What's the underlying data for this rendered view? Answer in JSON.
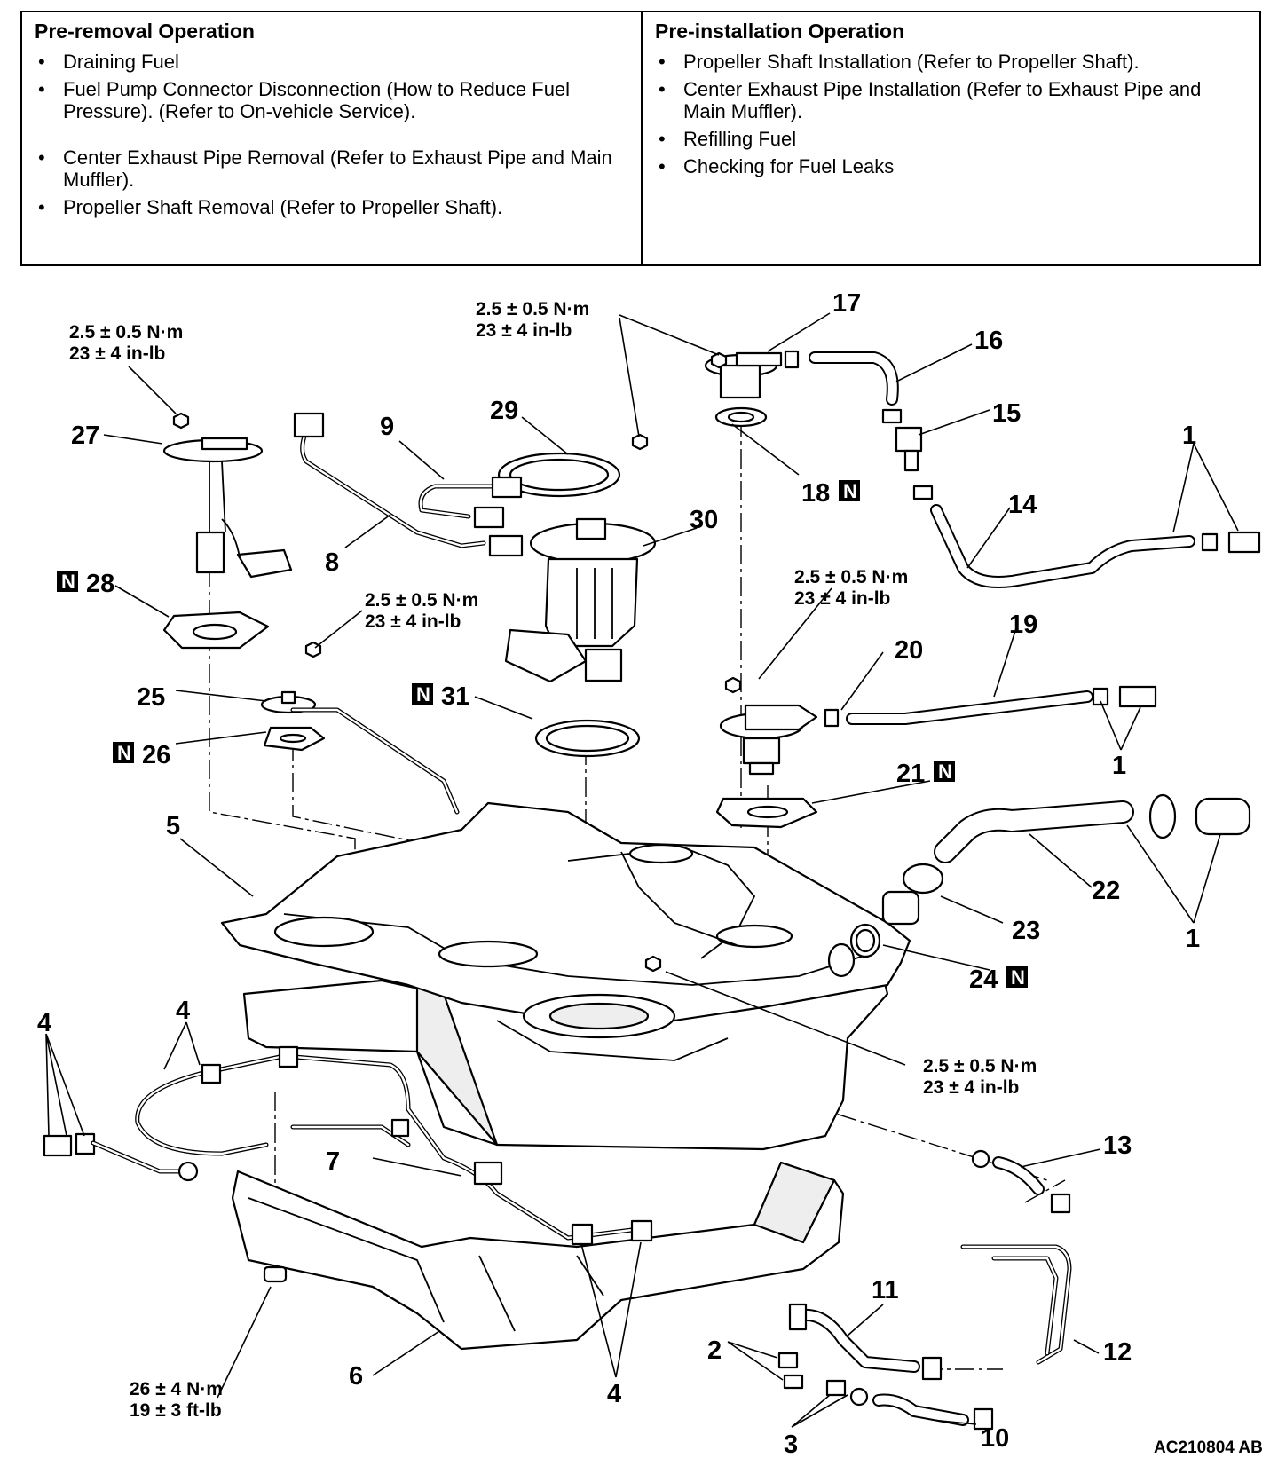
{
  "operations": {
    "pre_removal": {
      "title": "Pre-removal Operation",
      "items": [
        "Draining Fuel",
        "Fuel Pump Connector Disconnection (How to Reduce Fuel Pressure). (Refer to On-vehicle Service).",
        "Center Exhaust Pipe Removal (Refer to Exhaust Pipe and Main Muffler).",
        "Propeller Shaft Removal (Refer to Propeller Shaft)."
      ]
    },
    "pre_installation": {
      "title": "Pre-installation Operation",
      "items": [
        "Propeller Shaft Installation (Refer to Propeller Shaft).",
        "Center Exhaust Pipe Installation (Refer to Exhaust Pipe and Main Muffler).",
        "Refilling Fuel",
        "Checking for Fuel Leaks"
      ]
    }
  },
  "diagram": {
    "new_part_mark": "N",
    "reference_code": "AC210804 AB",
    "callouts": [
      "1",
      "1",
      "1",
      "2",
      "3",
      "4",
      "4",
      "4",
      "5",
      "6",
      "7",
      "8",
      "9",
      "10",
      "11",
      "12",
      "13",
      "14",
      "15",
      "16",
      "17",
      "18",
      "19",
      "20",
      "21",
      "22",
      "23",
      "24",
      "25",
      "26",
      "27",
      "28",
      "29",
      "30",
      "31"
    ],
    "torque_specs": {
      "small_metric": "2.5 ± 0.5 N·m",
      "small_imperial": "23 ± 4 in-lb",
      "large_metric": "26 ± 4 N·m",
      "large_imperial": "19 ± 3 ft-lb"
    }
  }
}
